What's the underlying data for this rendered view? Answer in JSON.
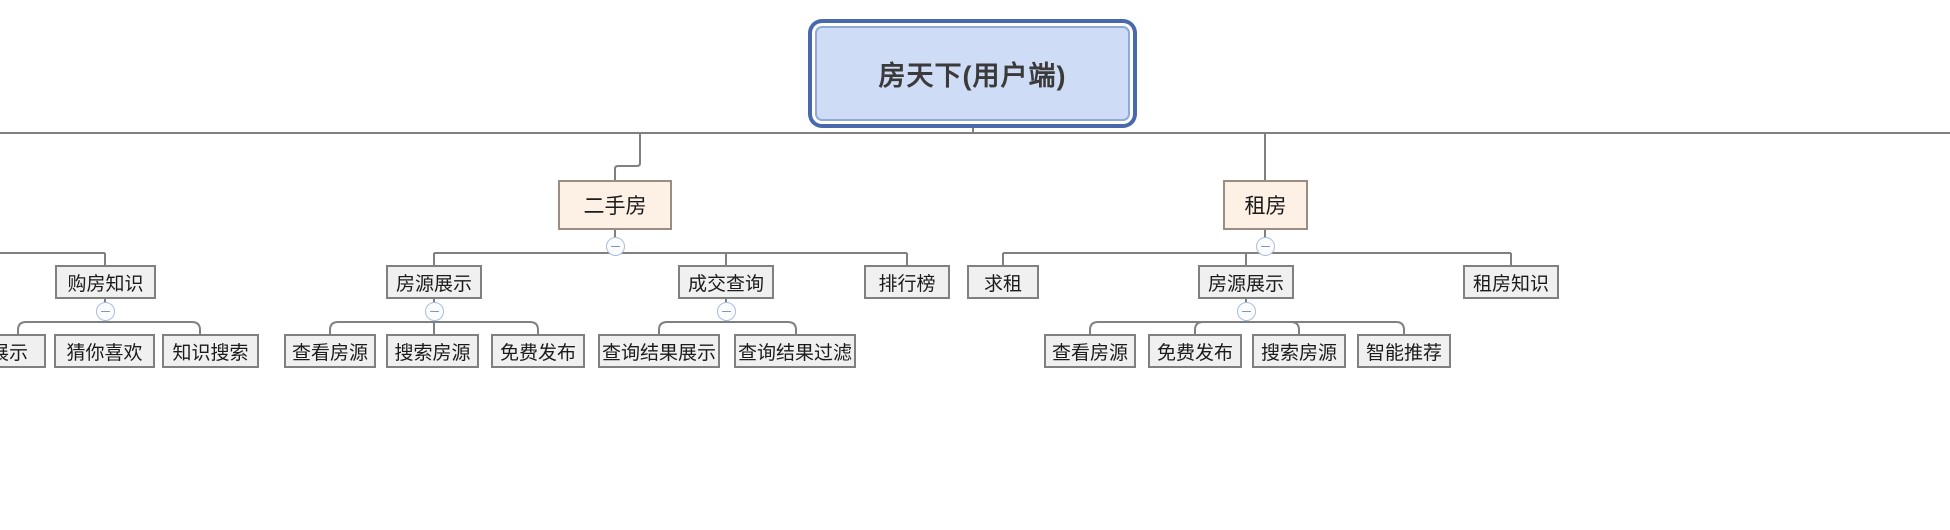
{
  "diagram": {
    "type": "mindmap-tree",
    "title": "房天下(用户端)",
    "orientation": "top-down",
    "colors": {
      "root_fill": "#cfdcf5",
      "root_border": "#4a69ad",
      "branch_fill": "#fdf1e6",
      "branch_border": "#9b8d84",
      "node_fill": "#f0f0f0",
      "node_border": "#808080",
      "link": "#808080",
      "toggle_border": "#a8bede",
      "background": "#ffffff"
    }
  },
  "root": {
    "label": "房天下(用户端)"
  },
  "branches": [
    {
      "label": "二手房",
      "toggle": "collapse-minus",
      "children": [
        {
          "label": "房源展示",
          "toggle": "collapse-minus",
          "children": [
            {
              "label": "查看房源"
            },
            {
              "label": "搜索房源"
            },
            {
              "label": "免费发布"
            }
          ]
        },
        {
          "label": "成交查询",
          "toggle": "collapse-minus",
          "children": [
            {
              "label": "查询结果展示"
            },
            {
              "label": "查询结果过滤"
            }
          ]
        },
        {
          "label": "排行榜",
          "children": []
        }
      ]
    },
    {
      "label": "租房",
      "toggle": "collapse-minus",
      "children": [
        {
          "label": "求租",
          "children": []
        },
        {
          "label": "房源展示",
          "toggle": "collapse-minus",
          "children": [
            {
              "label": "查看房源"
            },
            {
              "label": "免费发布"
            },
            {
              "label": "搜索房源"
            },
            {
              "label": "智能推荐"
            }
          ]
        },
        {
          "label": "租房知识",
          "children": []
        }
      ]
    }
  ],
  "clipped_left": {
    "note": "partially visible at left edge",
    "category": {
      "label": "购房知识",
      "toggle": "collapse-minus"
    },
    "leaves": [
      {
        "label": "展示",
        "clipped": true
      },
      {
        "label": "猜你喜欢"
      },
      {
        "label": "知识搜索"
      }
    ]
  },
  "clipped_right": {
    "note": "partially visible at right edge",
    "leaves": [
      {
        "label": "租房知识"
      }
    ]
  }
}
